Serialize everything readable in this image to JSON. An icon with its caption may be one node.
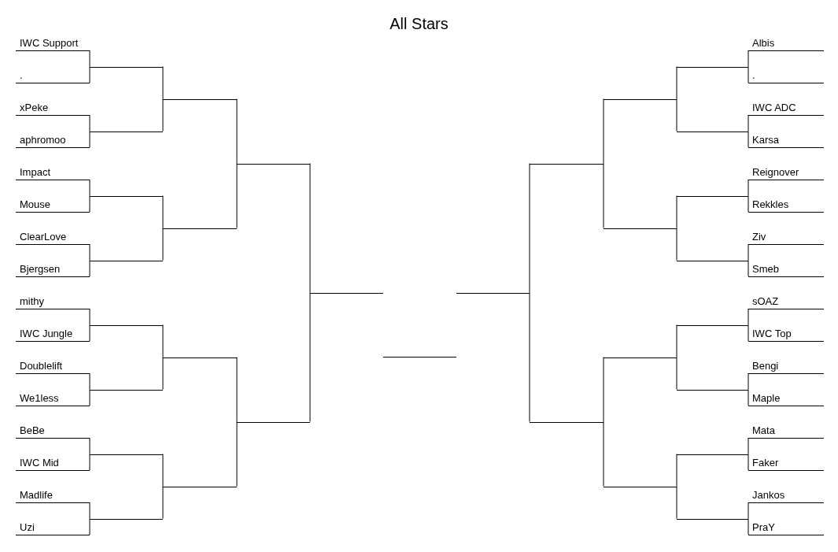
{
  "diagram": {
    "title": "All Stars",
    "nodes": [
      {
        "text": [
          "IWC Support"
        ]
      },
      {
        "text": [
          "."
        ]
      },
      {
        "text": [
          "xPeke"
        ]
      },
      {
        "text": [
          "aphromoo"
        ]
      },
      {
        "text": [
          "Impact"
        ]
      },
      {
        "text": [
          "Mouse"
        ]
      },
      {
        "text": [
          "ClearLove"
        ]
      },
      {
        "text": [
          "Bjergsen"
        ]
      },
      {
        "text": [
          "mithy"
        ]
      },
      {
        "text": [
          "IWC Jungle"
        ]
      },
      {
        "text": [
          "Doublelift"
        ]
      },
      {
        "text": [
          "We1less"
        ]
      },
      {
        "text": [
          "BeBe"
        ]
      },
      {
        "text": [
          "IWC Mid"
        ]
      },
      {
        "text": [
          "Madlife"
        ]
      },
      {
        "text": [
          "Uzi"
        ]
      },
      {
        "text": [
          "Albis"
        ]
      },
      {
        "text": [
          "."
        ]
      },
      {
        "text": [
          "IWC ADC"
        ]
      },
      {
        "text": [
          "Karsa"
        ]
      },
      {
        "text": [
          "Reignover"
        ]
      },
      {
        "text": [
          "Rekkles"
        ]
      },
      {
        "text": [
          "Ziv"
        ]
      },
      {
        "text": [
          "Smeb"
        ]
      },
      {
        "text": [
          "sOAZ"
        ]
      },
      {
        "text": [
          "IWC Top"
        ]
      },
      {
        "text": [
          "Bengi"
        ]
      },
      {
        "text": [
          "Maple"
        ]
      },
      {
        "text": [
          "Mata"
        ]
      },
      {
        "text": [
          "Faker"
        ]
      },
      {
        "text": [
          "Jankos"
        ]
      },
      {
        "text": [
          "PraY"
        ]
      },
      {
        "text": [],
        "shape": "line"
      },
      {
        "text": [],
        "shape": "line"
      },
      {
        "text": [],
        "shape": "line"
      },
      {
        "text": [],
        "shape": "line"
      },
      {
        "text": [],
        "shape": "line"
      },
      {
        "text": [],
        "shape": "line"
      },
      {
        "text": [],
        "shape": "line"
      },
      {
        "text": [],
        "shape": "line"
      },
      {
        "text": [],
        "shape": "line"
      },
      {
        "text": [],
        "shape": "line"
      },
      {
        "text": [],
        "shape": "line"
      },
      {
        "text": [],
        "shape": "line"
      },
      {
        "text": [],
        "shape": "line"
      },
      {
        "text": [],
        "shape": "line"
      },
      {
        "text": [],
        "shape": "line"
      },
      {
        "text": [],
        "shape": "line"
      },
      {
        "text": [],
        "shape": "line"
      },
      {
        "text": [],
        "shape": "line"
      },
      {
        "text": [],
        "shape": "line"
      },
      {
        "text": [],
        "shape": "line"
      },
      {
        "text": [],
        "shape": "line"
      },
      {
        "text": [],
        "shape": "line"
      },
      {
        "text": [],
        "shape": "line"
      },
      {
        "text": [],
        "shape": "line"
      },
      {
        "text": [],
        "shape": "line"
      },
      {
        "text": [],
        "shape": "line"
      },
      {
        "text": [],
        "shape": "line"
      },
      {
        "text": [],
        "shape": "line"
      },
      {
        "text": [],
        "shape": "line"
      },
      {
        "text": [],
        "shape": "line"
      },
      {
        "text": [],
        "shape": "line"
      }
    ],
    "edges": [
      {
        "from": 0,
        "to": 32,
        "arrow": "none"
      },
      {
        "from": 1,
        "to": 32,
        "arrow": "none"
      },
      {
        "from": 2,
        "to": 33,
        "arrow": "none"
      },
      {
        "from": 3,
        "to": 33,
        "arrow": "none"
      },
      {
        "from": 4,
        "to": 34,
        "arrow": "none"
      },
      {
        "from": 5,
        "to": 34,
        "arrow": "none"
      },
      {
        "from": 6,
        "to": 35,
        "arrow": "none"
      },
      {
        "from": 7,
        "to": 35,
        "arrow": "none"
      },
      {
        "from": 8,
        "to": 36,
        "arrow": "none"
      },
      {
        "from": 9,
        "to": 36,
        "arrow": "none"
      },
      {
        "from": 10,
        "to": 37,
        "arrow": "none"
      },
      {
        "from": 11,
        "to": 37,
        "arrow": "none"
      },
      {
        "from": 12,
        "to": 38,
        "arrow": "none"
      },
      {
        "from": 13,
        "to": 38,
        "arrow": "none"
      },
      {
        "from": 14,
        "to": 39,
        "arrow": "none"
      },
      {
        "from": 15,
        "to": 39,
        "arrow": "none"
      },
      {
        "from": 16,
        "to": 55,
        "arrow": "none"
      },
      {
        "from": 17,
        "to": 55,
        "arrow": "none"
      },
      {
        "from": 18,
        "to": 56,
        "arrow": "none"
      },
      {
        "from": 19,
        "to": 56,
        "arrow": "none"
      },
      {
        "from": 20,
        "to": 57,
        "arrow": "none"
      },
      {
        "from": 21,
        "to": 57,
        "arrow": "none"
      },
      {
        "from": 22,
        "to": 58,
        "arrow": "none"
      },
      {
        "from": 23,
        "to": 58,
        "arrow": "none"
      },
      {
        "from": 24,
        "to": 59,
        "arrow": "none"
      },
      {
        "from": 25,
        "to": 59,
        "arrow": "none"
      },
      {
        "from": 26,
        "to": 60,
        "arrow": "none"
      },
      {
        "from": 27,
        "to": 60,
        "arrow": "none"
      },
      {
        "from": 28,
        "to": 61,
        "arrow": "none"
      },
      {
        "from": 29,
        "to": 61,
        "arrow": "none"
      },
      {
        "from": 30,
        "to": 62,
        "arrow": "none"
      },
      {
        "from": 31,
        "to": 62,
        "arrow": "none"
      },
      {
        "from": 32,
        "to": 40,
        "arrow": "none"
      },
      {
        "from": 33,
        "to": 40,
        "arrow": "none"
      },
      {
        "from": 34,
        "to": 41,
        "arrow": "none"
      },
      {
        "from": 35,
        "to": 41,
        "arrow": "none"
      },
      {
        "from": 36,
        "to": 42,
        "arrow": "none"
      },
      {
        "from": 37,
        "to": 42,
        "arrow": "none"
      },
      {
        "from": 38,
        "to": 43,
        "arrow": "none"
      },
      {
        "from": 39,
        "to": 43,
        "arrow": "none"
      },
      {
        "from": 40,
        "to": 44,
        "arrow": "none"
      },
      {
        "from": 41,
        "to": 44,
        "arrow": "none"
      },
      {
        "from": 42,
        "to": 45,
        "arrow": "none"
      },
      {
        "from": 43,
        "to": 45,
        "arrow": "none"
      },
      {
        "from": 44,
        "to": 46,
        "arrow": "none"
      },
      {
        "from": 45,
        "to": 46,
        "arrow": "none"
      },
      {
        "from": 55,
        "to": 51,
        "arrow": "none"
      },
      {
        "from": 56,
        "to": 51,
        "arrow": "none"
      },
      {
        "from": 57,
        "to": 52,
        "arrow": "none"
      },
      {
        "from": 58,
        "to": 52,
        "arrow": "none"
      },
      {
        "from": 59,
        "to": 53,
        "arrow": "none"
      },
      {
        "from": 60,
        "to": 53,
        "arrow": "none"
      },
      {
        "from": 61,
        "to": 54,
        "arrow": "none"
      },
      {
        "from": 62,
        "to": 54,
        "arrow": "none"
      },
      {
        "from": 51,
        "to": 49,
        "arrow": "none"
      },
      {
        "from": 52,
        "to": 49,
        "arrow": "none"
      },
      {
        "from": 53,
        "to": 50,
        "arrow": "none"
      },
      {
        "from": 54,
        "to": 50,
        "arrow": "none"
      },
      {
        "from": 49,
        "to": 48,
        "arrow": "none"
      },
      {
        "from": 50,
        "to": 48,
        "arrow": "none"
      }
    ]
  }
}
